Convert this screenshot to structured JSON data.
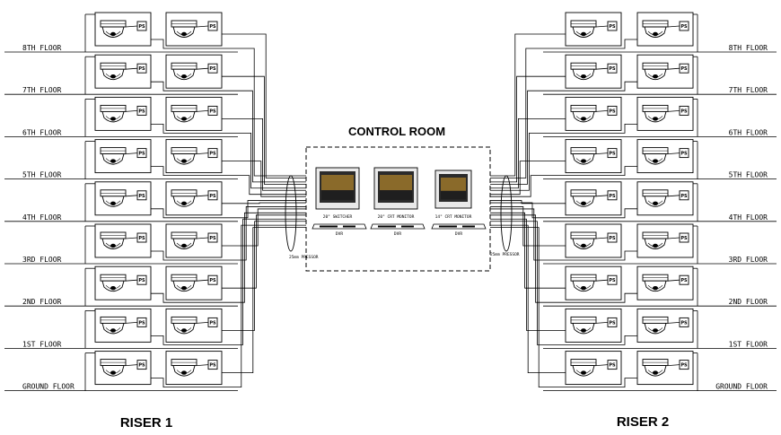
{
  "control_room": {
    "title": "CONTROL ROOM",
    "monitors": [
      {
        "label": "20\" SWITCHER"
      },
      {
        "label": "20\" CRT MONITOR"
      },
      {
        "label": "14\" CRT MONITOR"
      }
    ],
    "dvr_label": "DVR",
    "cable_label": "25mm PRESSOR"
  },
  "risers": [
    {
      "title": "RISER 1",
      "side": "left"
    },
    {
      "title": "RISER 2",
      "side": "right"
    }
  ],
  "floors": [
    "8TH FLOOR",
    "7TH FLOOR",
    "6TH FLOOR",
    "5TH FLOOR",
    "4TH FLOOR",
    "3RD FLOOR",
    "2ND FLOOR",
    "1ST FLOOR",
    "GROUND FLOOR"
  ],
  "camera_unit": {
    "power_supply_label": "PS",
    "icon": "dome-camera-icon"
  },
  "cameras_per_floor": 2
}
